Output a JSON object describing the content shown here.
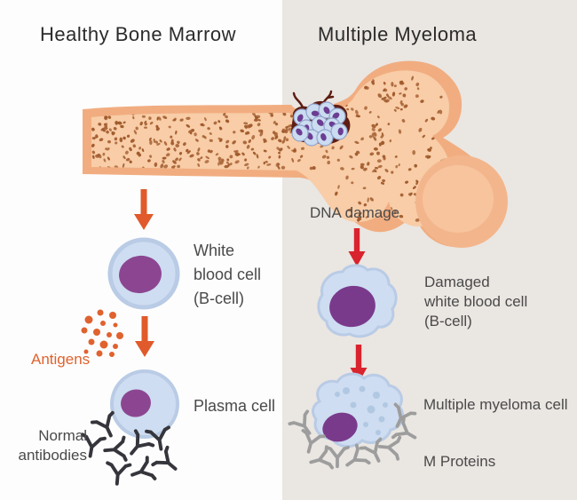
{
  "colors": {
    "bg_left": "#FDFDFD",
    "bg_right": "#EAE6E2",
    "title_text": "#2B2B2B",
    "label_text": "#4A4A4A",
    "antigen_orange": "#E0622E",
    "arrow_orange": "#E05A2B",
    "arrow_red": "#D9232E",
    "bone_cortex": "#F1AD80",
    "bone_marrow": "#F8CDA7",
    "bone_speckle": "#A05A2C",
    "cell_fill": "#CEDDF1",
    "cell_stroke": "#B9CBE5",
    "cell_spot": "#ABC4DF",
    "nucleus_purple": "#8C4691",
    "nucleus_dark": "#7A3A8C",
    "tumor_outline": "#5E1D12",
    "tumor_cell_fill": "#CBDCF0",
    "tumor_cell_stroke": "#93A3CC",
    "tumor_nucleus": "#6B3D92",
    "antibody_dark": "#35353C",
    "antibody_gray": "#9D9D9D"
  },
  "panels": {
    "healthy": {
      "title": "Healthy Bone Marrow",
      "labels": {
        "white_blood_cell": "White\nblood cell\n(B-cell)",
        "antigens": "Antigens",
        "plasma_cell": "Plasma cell",
        "normal_antibodies": "Normal\nantibodies"
      }
    },
    "myeloma": {
      "title": "Multiple Myeloma",
      "labels": {
        "dna_damage": "DNA damage",
        "damaged_cell": "Damaged\nwhite blood cell\n(B-cell)",
        "myeloma_cell": "Multiple myeloma cell",
        "m_proteins": "M Proteins"
      }
    }
  }
}
